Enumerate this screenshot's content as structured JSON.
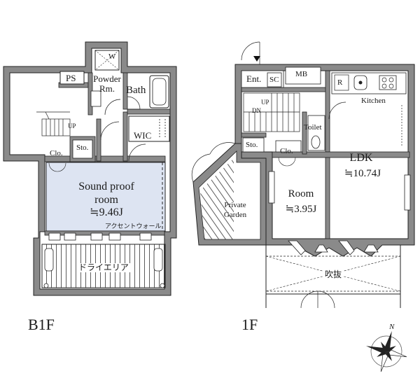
{
  "b1f": {
    "level": "B1F",
    "rooms": {
      "ps": "PS",
      "washer": "W",
      "powder_room": [
        "Powder",
        "Rm."
      ],
      "bath": "Bath",
      "up": "UP",
      "storage": "Sto.",
      "wic": "WIC",
      "closet": "Clo.",
      "sound_proof": [
        "Sound proof",
        "room"
      ],
      "sound_proof_area": "≒9.46J",
      "accent_wall": "アクセントウォール",
      "dry_area": "ドライエリア"
    }
  },
  "f1": {
    "level": "1F",
    "rooms": {
      "entrance": "Ent.",
      "shoe_closet": "SC",
      "mb": "MB",
      "refrigerator": "R",
      "kitchen": "Kitchen",
      "up": "UP",
      "dn": "DN",
      "toilet": "Toilet",
      "storage": "Sto.",
      "closet": "Clo.",
      "ldk": "LDK",
      "ldk_area": "≒10.74J",
      "room": "Room",
      "room_area": "≒3.95J",
      "private_garden": [
        "Private",
        "Garden"
      ],
      "void": "吹抜"
    }
  },
  "compass": {
    "north": "N"
  },
  "colors": {
    "wall": "#8a8a8a",
    "wall_border": "#222222",
    "sound_room_fill": "#dde4f2",
    "line": "#222222"
  }
}
